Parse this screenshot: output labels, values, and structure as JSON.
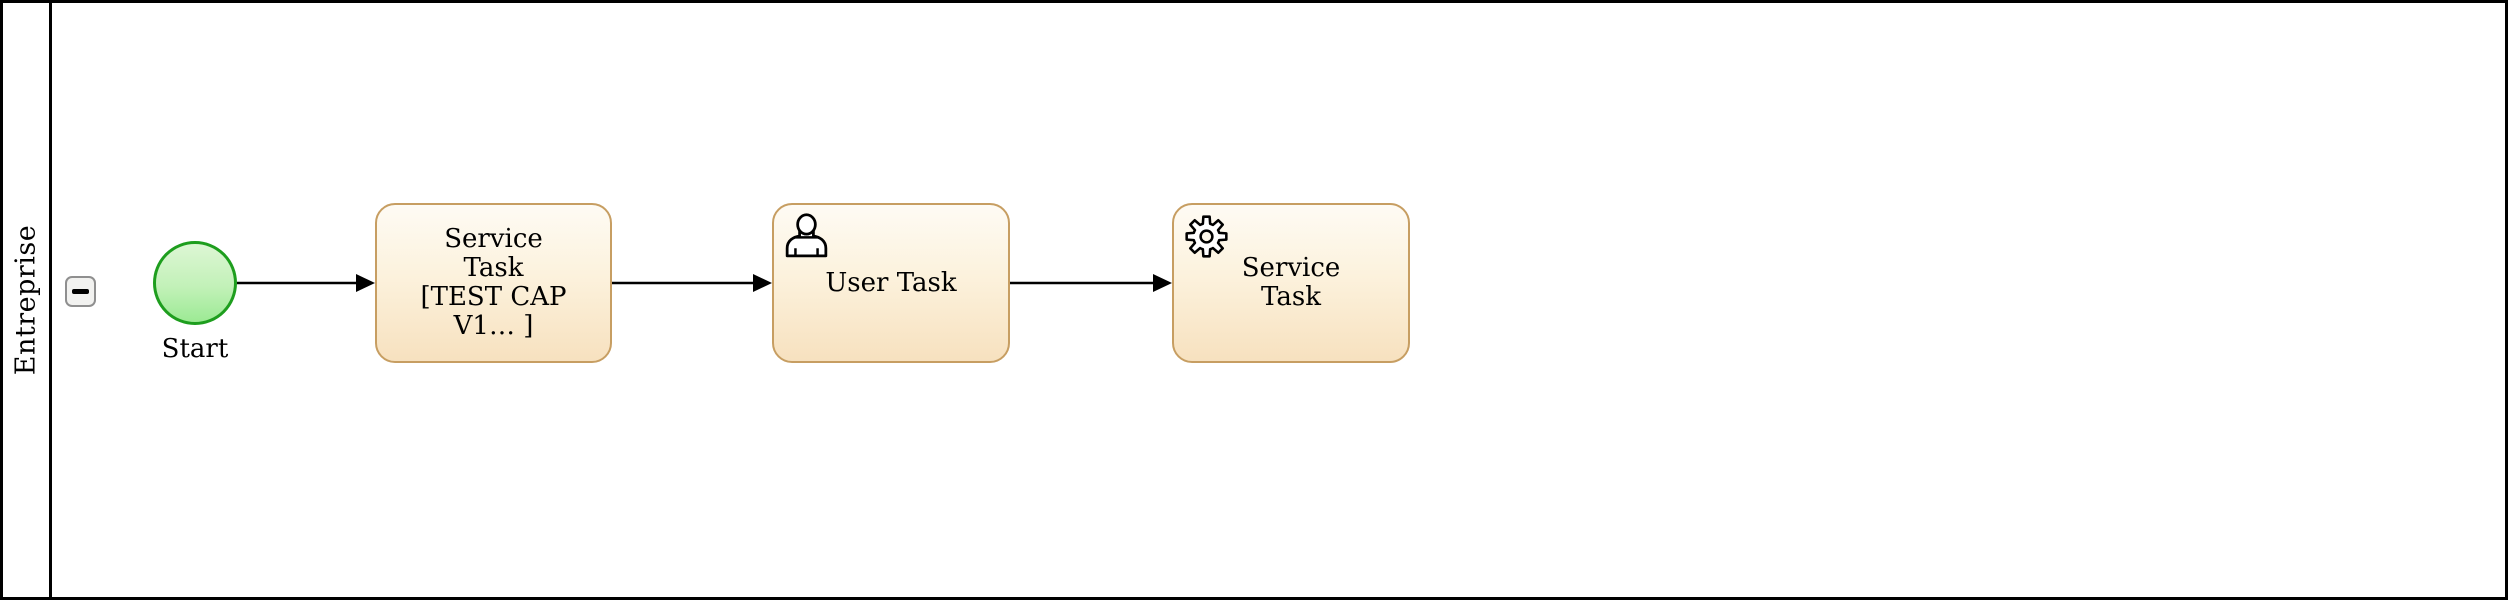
{
  "pool": {
    "label": "Entreprise",
    "collapse_button": {
      "icon": "minus-icon",
      "state": "expanded"
    }
  },
  "process": {
    "start_event": {
      "label": "Start"
    },
    "tasks": [
      {
        "name": "service-task-1",
        "label": "Service\nTask\n[TEST CAP\nV1… ]",
        "icon": null
      },
      {
        "name": "user-task",
        "label": "User Task",
        "icon": "user-icon"
      },
      {
        "name": "service-task-2",
        "label": "Service\nTask",
        "icon": "gear-icon"
      }
    ],
    "flows": [
      {
        "from": "start-event",
        "to": "service-task-1"
      },
      {
        "from": "service-task-1",
        "to": "user-task"
      },
      {
        "from": "user-task",
        "to": "service-task-2"
      }
    ]
  },
  "colors": {
    "pool_border": "#000000",
    "connector": "#000000",
    "task_border": "#c79e62",
    "task_fill_top": "#fefbf4",
    "task_fill_bottom": "#f7e1bf",
    "event_border": "#1e9e1e",
    "event_fill_top": "#ddf6d4",
    "event_fill_bottom": "#9cea94",
    "button_background": "#f2f2f0",
    "button_border": "#8f8f8f"
  }
}
